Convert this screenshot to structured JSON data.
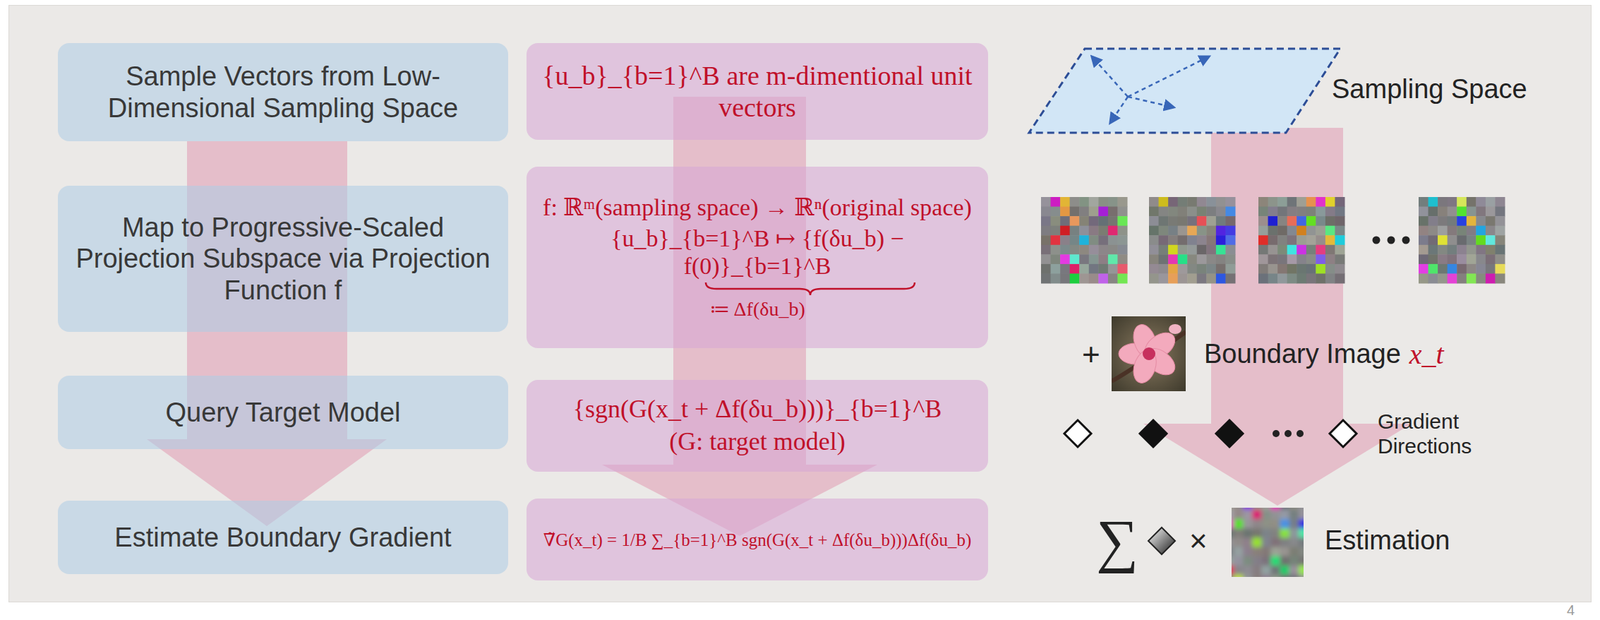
{
  "diagram": {
    "nodes": [
      {
        "text": [
          "Sample Vectors from Low-Dimensional Sampling Space"
        ]
      },
      {
        "text": [
          "Map to Progressive-Scaled Projection Subspace via Projection Function f"
        ]
      },
      {
        "text": [
          "Query Target Model"
        ]
      },
      {
        "text": [
          "Estimate Boundary Gradient"
        ]
      },
      {
        "text": [
          "{u_b}_{b=1}^B are m-dimentional unit vectors"
        ]
      },
      {
        "text": [
          "f: ℝᵐ(sampling space) → ℝⁿ(original space)",
          "{u_b}_{b=1}^B ↦ {f(δu_b) − f(0)}_{b=1}^B",
          "≔ Δf(δu_b)"
        ]
      },
      {
        "text": [
          "{sgn(G(x_t + Δf(δu_b)))}_{b=1}^B",
          "(G: target model)"
        ]
      },
      {
        "text": [
          "∇̃G(x_t) = 1/B ∑_{b=1}^B sgn(G(x_t + Δf(δu_b)))Δf(δu_b)"
        ]
      }
    ],
    "labels": [
      "Sampling Space",
      "+",
      "Boundary Image",
      "x_t",
      "Gradient Directions",
      "∑",
      "×",
      "Estimation",
      "4"
    ]
  }
}
